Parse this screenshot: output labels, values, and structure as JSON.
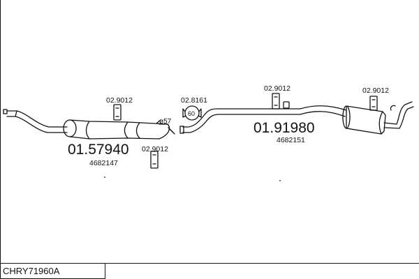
{
  "title_code": "CHRY71960A",
  "part_labels": {
    "hanger_a": "02.9012",
    "hanger_b": "02.9012",
    "hanger_c": "02.9012",
    "hanger_d": "02.9012",
    "clamp": "02.8161",
    "clamp_size": "60",
    "flange_label": "57"
  },
  "silencers": {
    "front": {
      "number": "01.57940",
      "oe": "4682147"
    },
    "rear": {
      "number": "01.91980",
      "oe": "4682151"
    }
  }
}
